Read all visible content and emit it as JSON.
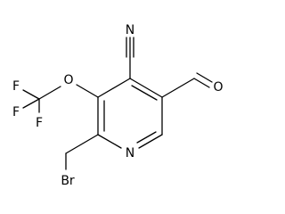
{
  "atoms": {
    "ring_n": "N",
    "nitrile_n": "N",
    "ether_o": "O",
    "aldehyde_o": "O",
    "bromine": "Br",
    "fluorine_1": "F",
    "fluorine_2": "F",
    "fluorine_3": "F"
  },
  "colors": {
    "ink": "#000000",
    "background": "#ffffff"
  }
}
